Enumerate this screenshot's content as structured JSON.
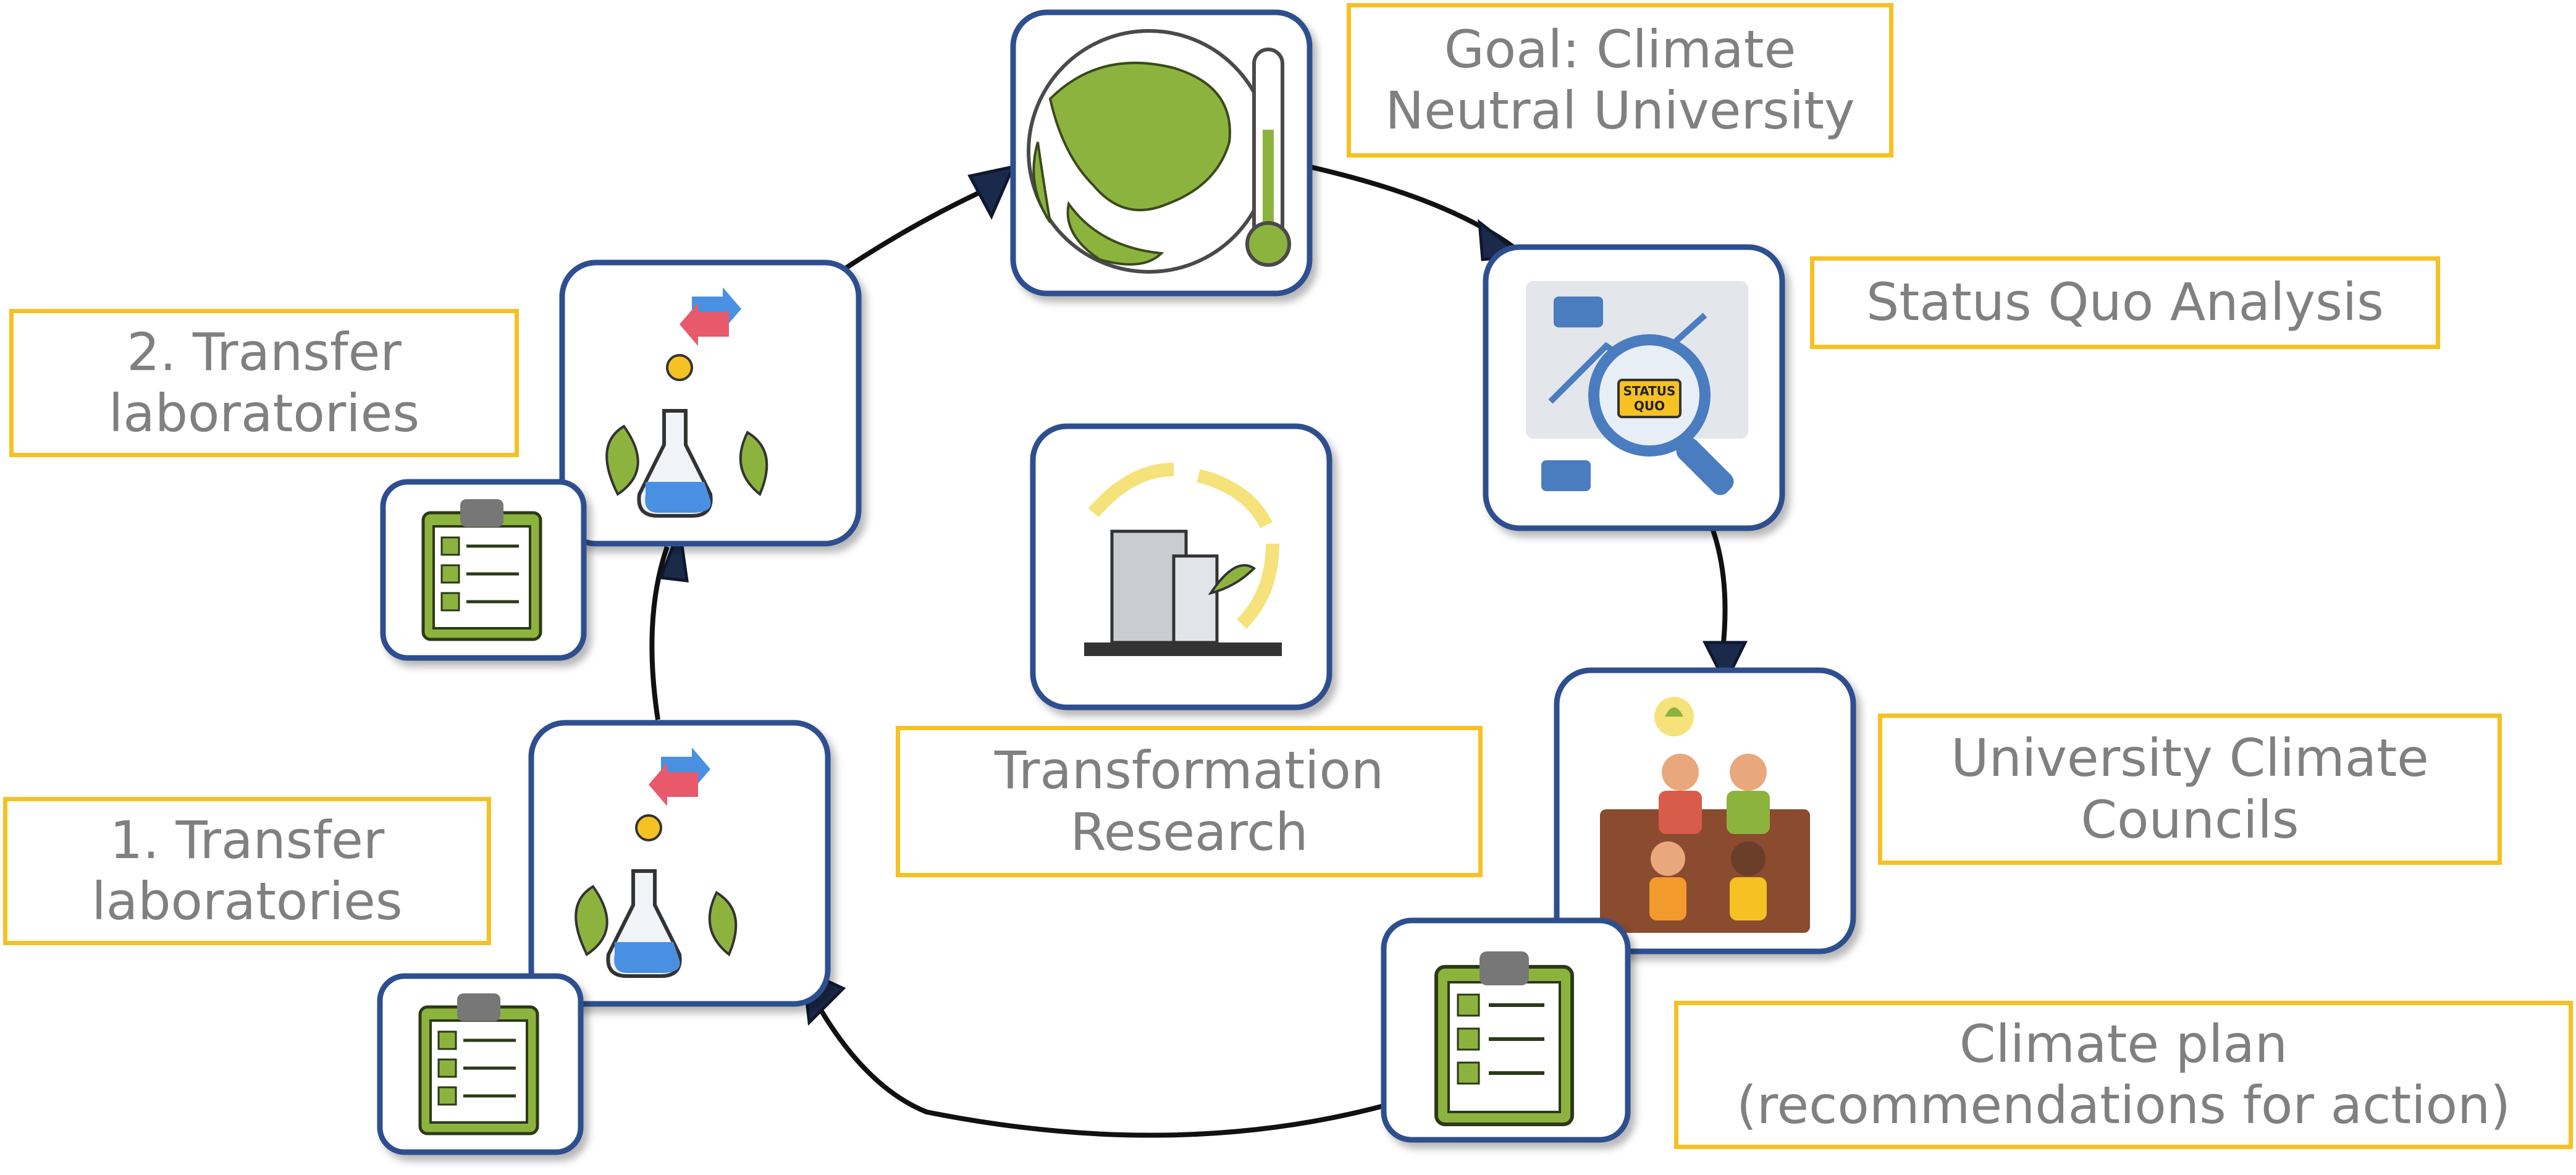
{
  "diagram": {
    "nodes": {
      "goal": {
        "label": [
          "Goal: Climate",
          "Neutral University"
        ],
        "icon": "globe-thermometer-icon"
      },
      "status_quo": {
        "label": [
          "Status Quo Analysis"
        ],
        "icon": "status-quo-analysis-icon",
        "badge": [
          "STATUS",
          "QUO"
        ]
      },
      "councils": {
        "label": [
          "University Climate",
          "Councils"
        ],
        "icon": "meeting-people-icon"
      },
      "climate_plan": {
        "label": [
          "Climate plan",
          "(recommendations for action)"
        ],
        "icon": "clipboard-checklist-icon"
      },
      "transfer_1": {
        "label": [
          "1. Transfer",
          "laboratories"
        ],
        "icon": "lab-flask-plants-icon"
      },
      "transfer_2": {
        "label": [
          "2. Transfer",
          "laboratories"
        ],
        "icon": "lab-flask-plants-icon"
      },
      "transformation": {
        "label": [
          "Transformation",
          "Research"
        ],
        "icon": "city-cycle-icon"
      }
    },
    "colors": {
      "label_border": "#F6C123",
      "label_text": "#808080",
      "node_border": "#2F4F8F",
      "arrow": "#1B2A4A",
      "leaf_green": "#8DB33F",
      "ocean": "#FFFFFF"
    }
  }
}
